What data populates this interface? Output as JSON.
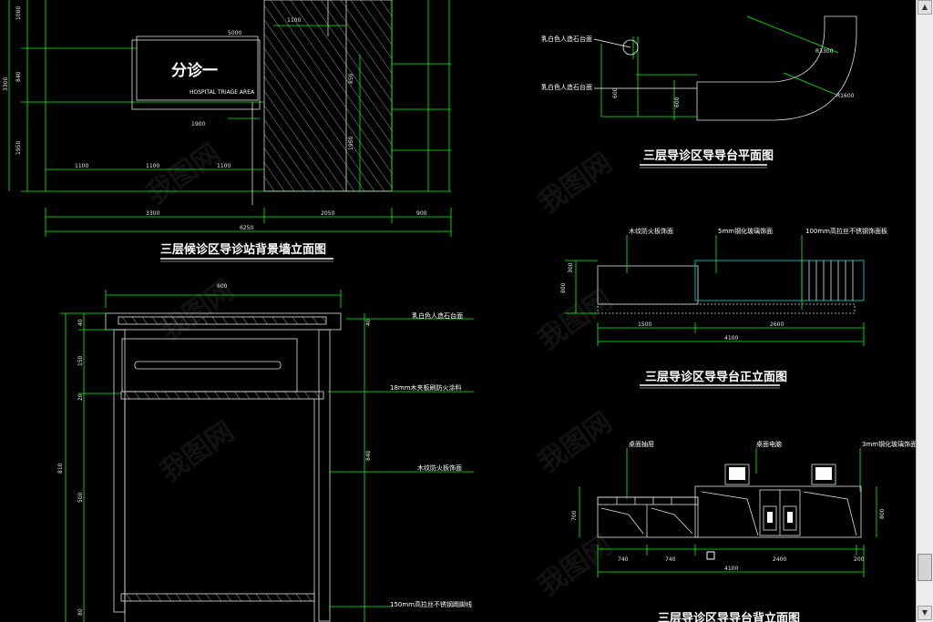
{
  "colors": {
    "background": "#000000",
    "line": "#00ff00",
    "frame": "#00e0e0",
    "text": "#ffffff"
  },
  "drawing1": {
    "title": "三层候诊区导诊站背景墙立面图",
    "sign_text": "分诊一",
    "sign_subtext": "HOSPITAL TRIAGE AREA",
    "dims": {
      "d1100_top": "1100",
      "d5000": "5000",
      "d1900": "1900",
      "d1100_a": "1100",
      "d1100_b": "1100",
      "d1100_c": "1100",
      "d3300": "3300",
      "d2050": "2050",
      "d900": "900",
      "d6250": "6250",
      "v1000": "1000",
      "v3300": "3300",
      "v840": "840",
      "v1950": "1950",
      "v850": "850",
      "v1950_r": "1950"
    }
  },
  "drawing2": {
    "title": "三层导诊区导导台平面图",
    "labels": {
      "stone_top_1": "乳白色人造石台面",
      "stone_top_2": "乳白色人造石台面"
    },
    "dims": {
      "r3300": "R3300",
      "r1600": "R1600",
      "d600_a": "600",
      "d600_b": "600"
    }
  },
  "drawing3": {
    "title": "三层导诊区导导台正立面图",
    "labels": {
      "wood_panel": "木纹防火板饰面",
      "glass_panel": "5mm钢化玻璃饰面",
      "steel_panel": "100mm高拉丝不锈钢饰面板"
    },
    "dims": {
      "d1500": "1500",
      "d2600": "2600",
      "d4100": "4100",
      "v300": "300",
      "v800": "800"
    }
  },
  "drawing4": {
    "title": "三层导诊区导导台背立面图",
    "labels": {
      "drawer": "桌面抽屉",
      "computer": "桌面电脑",
      "glass_small": "3mm钢化玻璃饰面"
    },
    "dims": {
      "d740_a": "740",
      "d740_b": "740",
      "d2400": "2400",
      "d200": "200",
      "d4100": "4100",
      "v700": "700",
      "v800": "800"
    }
  },
  "drawing5": {
    "labels": {
      "stone_top": "乳白色人造石台面",
      "fire_material": "18mm木夹板刷防火涂料",
      "wood_veneer": "木纹防火板饰面",
      "steel_trim": "150mm高拉丝不锈钢踢脚线"
    },
    "dims": {
      "d600": "600",
      "v40": "40",
      "v150": "150",
      "v20": "20",
      "v810": "810",
      "v500": "500",
      "v80": "80",
      "v840": "840"
    }
  },
  "watermark": "我图网"
}
